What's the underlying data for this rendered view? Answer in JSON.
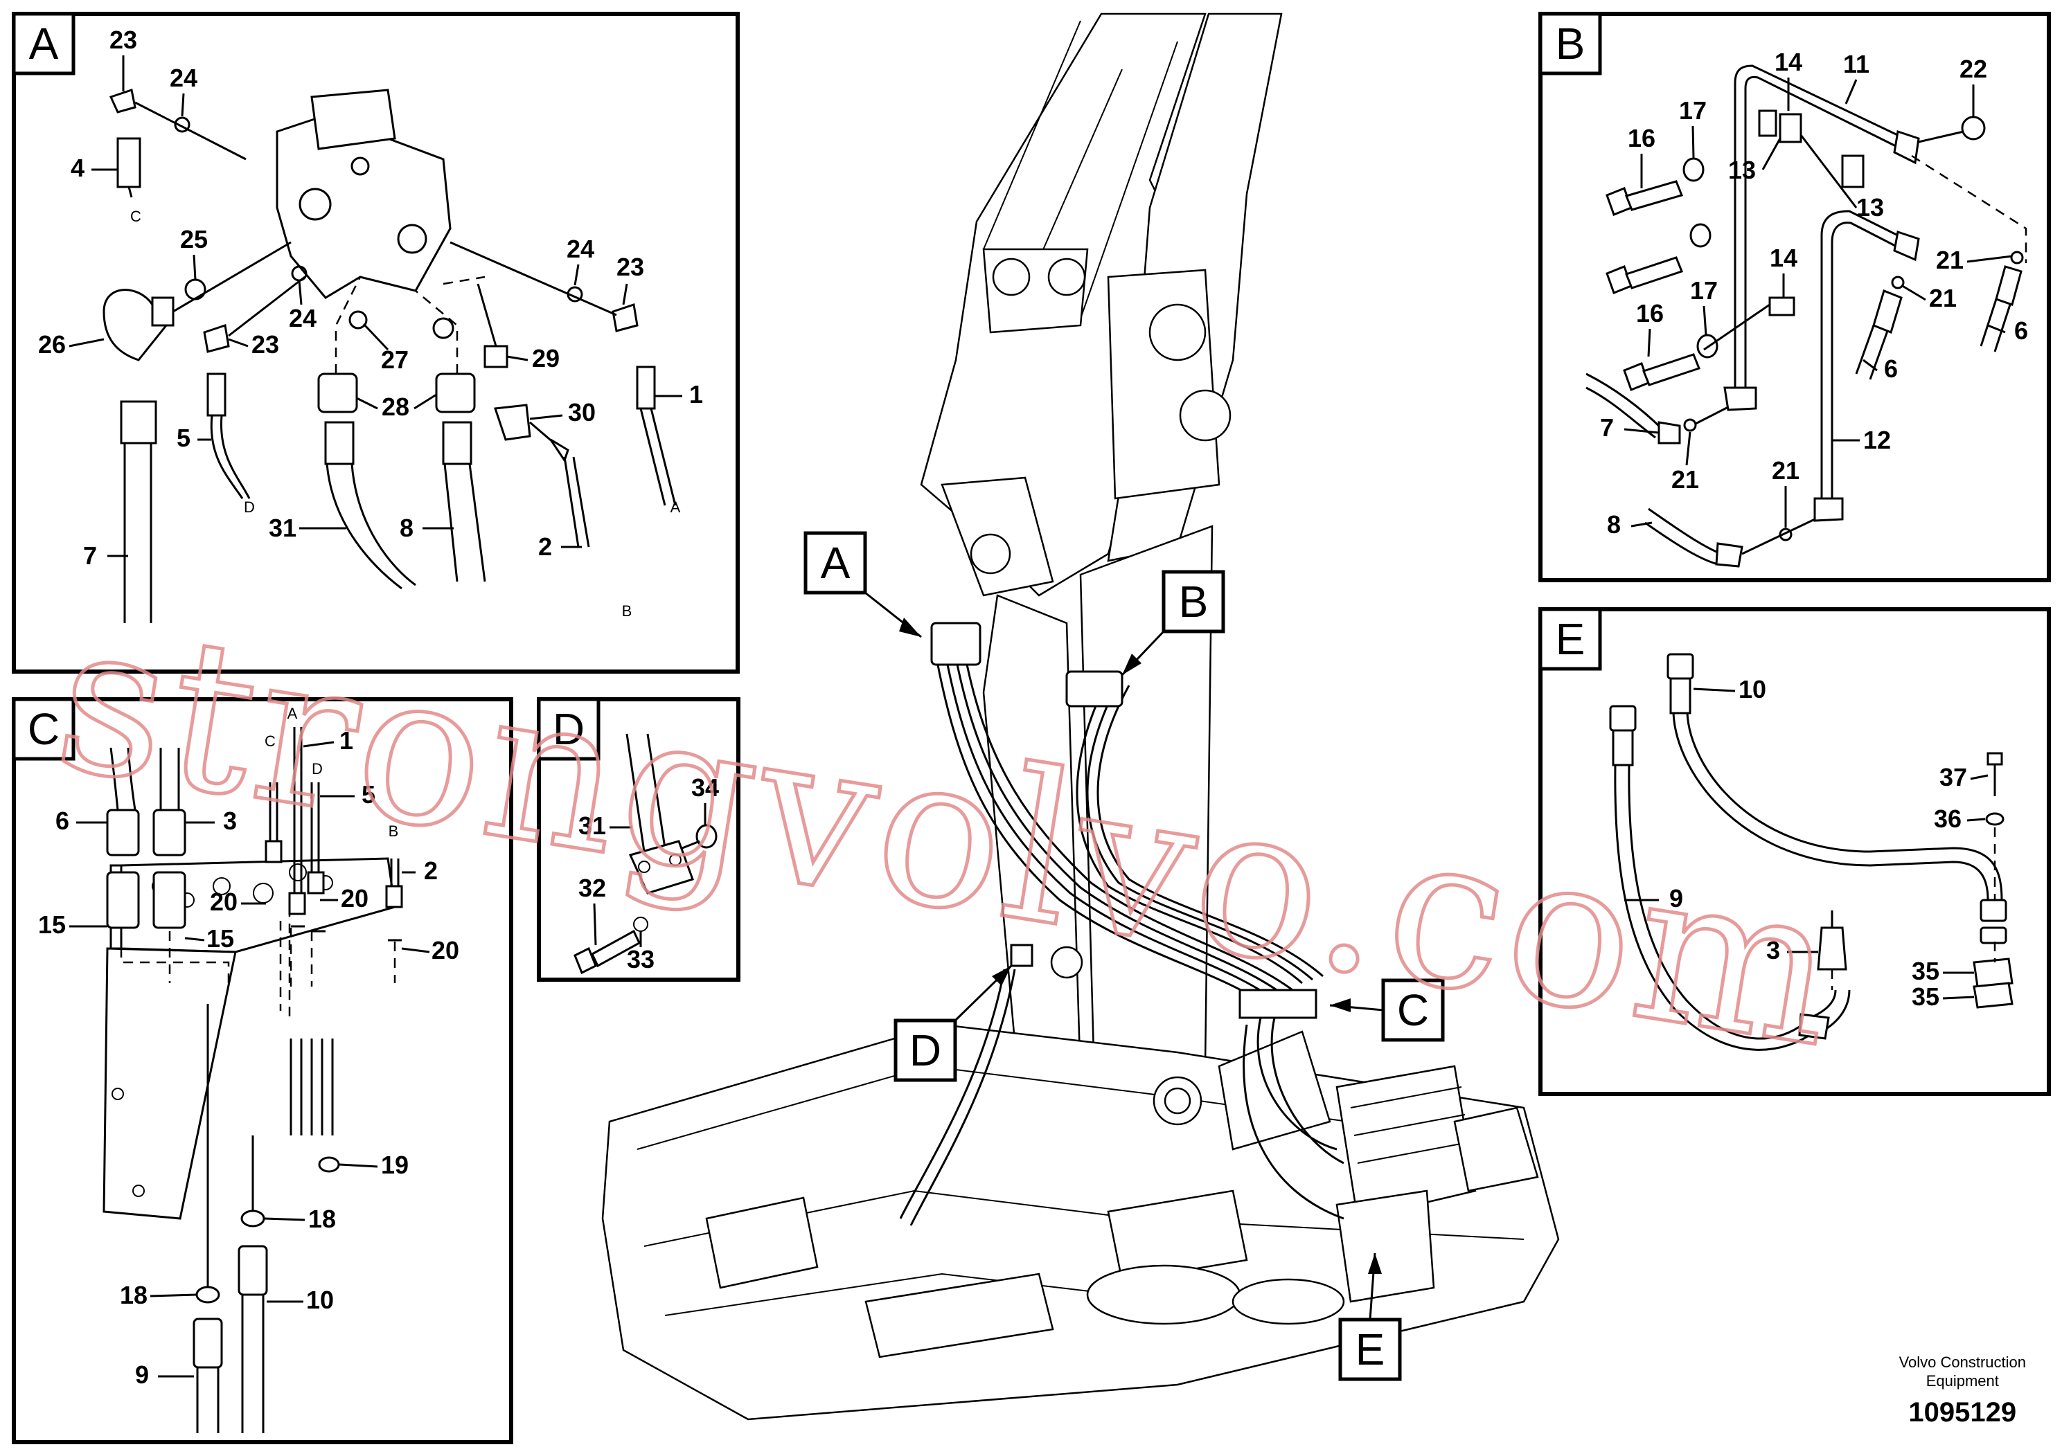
{
  "panels": {
    "A": {
      "label": "A",
      "callouts": [
        "23",
        "24",
        "4",
        "25",
        "26",
        "24",
        "23",
        "27",
        "28",
        "29",
        "30",
        "23",
        "24",
        "1",
        "5",
        "31",
        "8",
        "2",
        "7"
      ],
      "end_letters": [
        "C",
        "D",
        "A",
        "B"
      ]
    },
    "B": {
      "label": "B",
      "callouts": [
        "14",
        "11",
        "22",
        "17",
        "16",
        "13",
        "13",
        "14",
        "17",
        "16",
        "21",
        "21",
        "6",
        "6",
        "7",
        "21",
        "12",
        "21",
        "8"
      ]
    },
    "C": {
      "label": "C",
      "callouts": [
        "6",
        "3",
        "1",
        "5",
        "2",
        "20",
        "20",
        "20",
        "15",
        "15",
        "19",
        "18",
        "18",
        "10",
        "9"
      ],
      "end_letters": [
        "A",
        "C",
        "D",
        "B"
      ]
    },
    "D": {
      "label": "D",
      "callouts": [
        "34",
        "31",
        "32",
        "33"
      ]
    },
    "E": {
      "label": "E",
      "callouts": [
        "10",
        "37",
        "36",
        "9",
        "3",
        "35",
        "35"
      ]
    }
  },
  "main_view": {
    "pointer_labels": [
      "A",
      "B",
      "C",
      "D",
      "E"
    ]
  },
  "watermark": {
    "text": "strongvolvo.com",
    "color": "#e38a8a"
  },
  "footer": {
    "brand_line1": "Volvo Construction",
    "brand_line2": "Equipment",
    "document_number": "1095129"
  }
}
